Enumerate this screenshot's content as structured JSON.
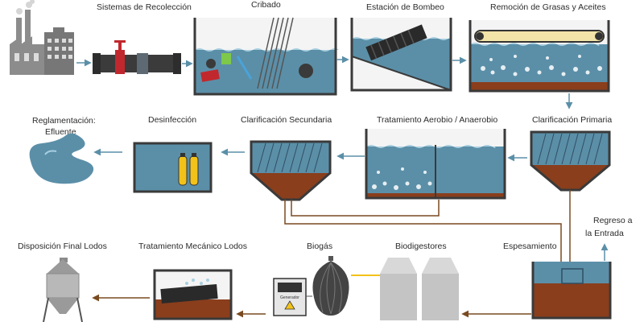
{
  "labels": {
    "recoleccion": "Sistemas de Recolección",
    "cribado": "Cribado",
    "bombeo": "Estación de Bombeo",
    "grasas": "Remoción de Grasas y Aceites",
    "reglamentacion_1": "Reglamentación:",
    "reglamentacion_2": "Efluente",
    "desinfeccion": "Desinfección",
    "clar_secundaria": "Clarificación  Secundaria",
    "aerobio": "Tratamiento Aerobio / Anaerobio",
    "clar_primaria": "Clarificación  Primaria",
    "regreso_1": "Regreso a",
    "regreso_2": "la Entrada",
    "disposicion": "Disposición Final Lodos",
    "mecanico": "Tratamiento Mecánico Lodos",
    "biogas": "Biogás",
    "biodigestores": "Biodigestores",
    "espesamiento": "Espesamiento",
    "generador": "Generador"
  },
  "colors": {
    "water": "#5b8fa8",
    "water_light": "#a8cfe0",
    "sludge": "#8a3e1c",
    "arrow": "#5b8fa8",
    "sludge_line": "#7a4a20",
    "tank_wall": "#3a3a3a"
  }
}
